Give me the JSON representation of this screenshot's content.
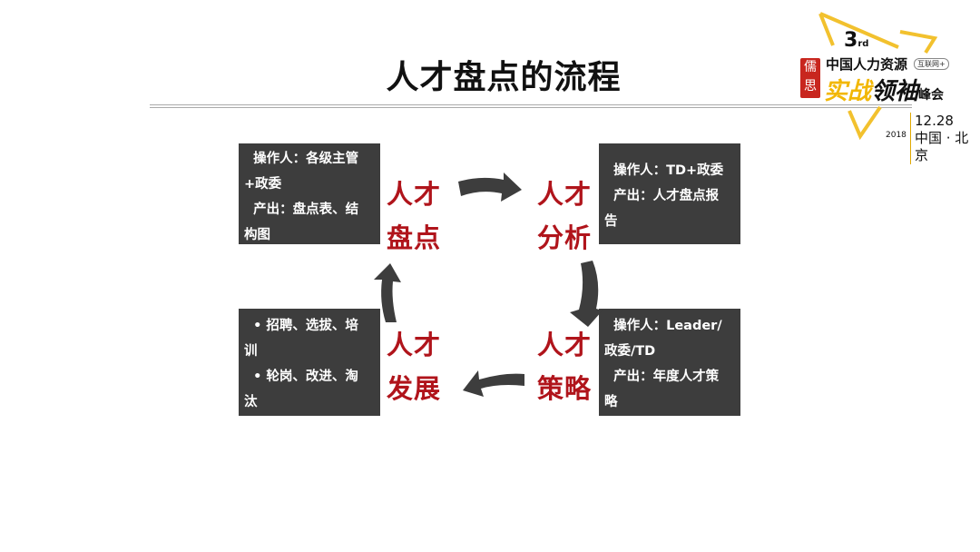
{
  "title": "人才盘点的流程",
  "logo": {
    "edition": "3",
    "edition_suffix": "rd",
    "seal": "儒思",
    "line1": "中国人力资源",
    "tag": "互联网+",
    "line2_yellow": "实战",
    "line2_black": "领袖",
    "line2_small": "峰会",
    "date": "12.28",
    "place": "中国 · 北京",
    "year": "2018"
  },
  "stages": [
    {
      "label": [
        "人才",
        "盘点"
      ],
      "box": [
        "  操作人：各级主管",
        "+政委",
        "  产出：盘点表、结",
        "构图"
      ]
    },
    {
      "label": [
        "人才",
        "分析"
      ],
      "box": [
        "  操作人：TD+政委",
        "  产出：人才盘点报",
        "告"
      ]
    },
    {
      "label": [
        "人才",
        "策略"
      ],
      "box": [
        "  操作人：Leader/",
        "政委/TD",
        "  产出：年度人才策",
        "略"
      ]
    },
    {
      "label": [
        "人才",
        "发展"
      ],
      "box": [
        "  • 招聘、选拔、培",
        "训",
        "  • 轮岗、改进、淘",
        "汰"
      ]
    }
  ],
  "colors": {
    "accent": "#b0141b",
    "box": "#3d3d3d",
    "arrow": "#3d3d3d"
  }
}
